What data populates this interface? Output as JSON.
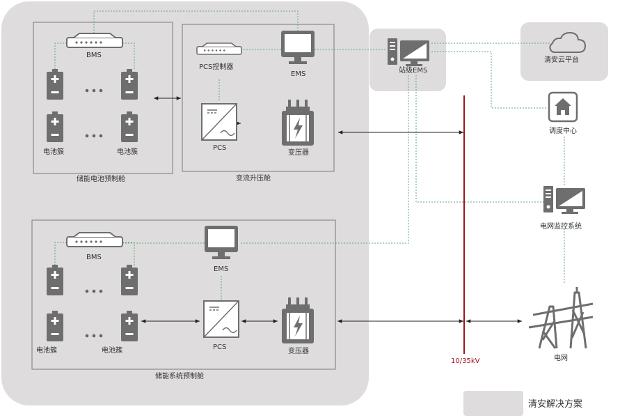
{
  "labels": {
    "bms": "BMS",
    "battery_cluster": "电池簇",
    "pcs_controller": "PCS控制器",
    "ems": "EMS",
    "pcs": "PCS",
    "transformer": "变压器",
    "battery_cabin": "储能电池预制舱",
    "conversion_cabin": "变流升压舱",
    "system_cabin": "储能系统预制舱",
    "station_ems": "站级EMS",
    "cloud_platform": "清安云平台",
    "dispatch_center": "调度中心",
    "grid_monitoring": "电网监控系统",
    "grid": "电网",
    "voltage_bus": "10/35kV",
    "legend_label": "清安解决方案"
  },
  "colors": {
    "solution_area": "#dedcdc",
    "container_border": "#8a8a8a",
    "device_gray": "#6e6e6e",
    "signal_line": "#5aaa7a",
    "bus_line": "#a0141a",
    "power_arrow": "#222222"
  },
  "icons": [
    "bms-switch-icon",
    "battery-icon",
    "monitor-icon",
    "pcs-converter-icon",
    "transformer-icon",
    "server-computer-icon",
    "cloud-icon",
    "home-icon",
    "transmission-tower-icon"
  ]
}
